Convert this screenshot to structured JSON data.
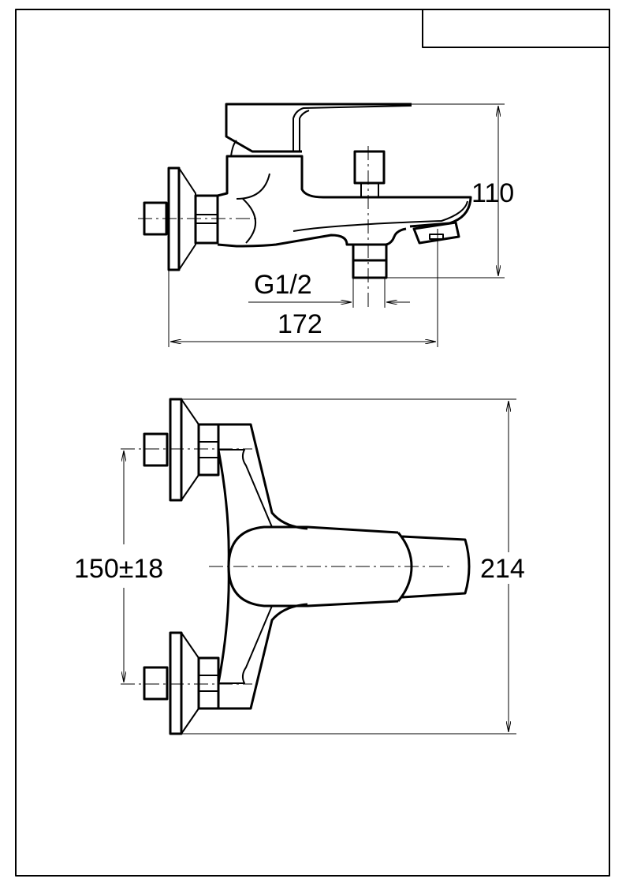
{
  "drawing": {
    "title_block": "",
    "side_view": {
      "height_dim": "110",
      "thread_dim": "G1/2",
      "length_dim": "172"
    },
    "front_view": {
      "center_distance_dim": "150±18",
      "width_dim": "214"
    },
    "line_color": "#000000",
    "background_color": "#ffffff"
  }
}
